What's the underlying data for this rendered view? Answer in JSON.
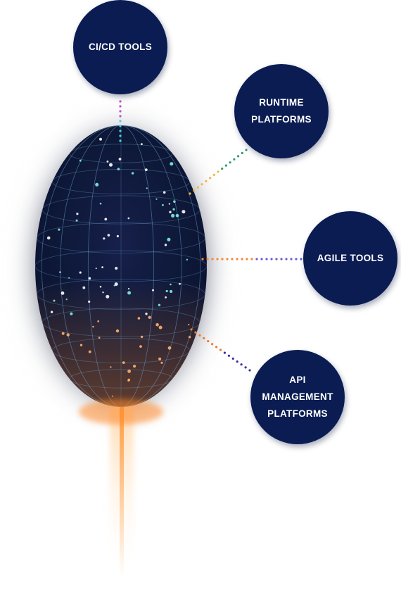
{
  "colors": {
    "node_fill": "#0a1c52",
    "node_text": "#ffffff",
    "globe_dark": "#0b1533",
    "mesh_line": "#6fa8d8",
    "bar_top": "#ffb347",
    "bar_bottom": "#f07818",
    "glow": "#ff9a3c"
  },
  "icons": {
    "logo": "three-bar-logo-icon",
    "globe": "mesh-globe-icon"
  },
  "nodes": [
    {
      "id": "cicd",
      "label": "CI/CD TOOLS"
    },
    {
      "id": "runtime",
      "label": "RUNTIME\nPLATFORMS"
    },
    {
      "id": "agile",
      "label": "AGILE TOOLS"
    },
    {
      "id": "api",
      "label": "API\nMANAGEMENT\nPLATFORMS"
    }
  ]
}
